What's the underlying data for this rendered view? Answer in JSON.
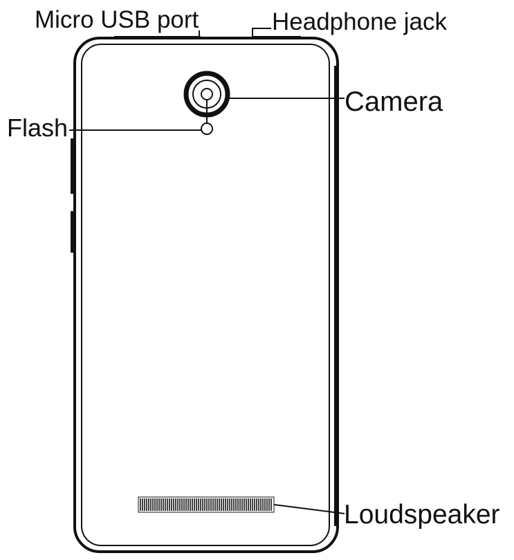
{
  "labels": {
    "micro_usb_port": "Micro USB port",
    "headphone_jack": "Headphone jack",
    "camera": "Camera",
    "flash": "Flash",
    "loudspeaker": "Loudspeaker"
  },
  "colors": {
    "line": "#111111",
    "background": "#ffffff"
  }
}
